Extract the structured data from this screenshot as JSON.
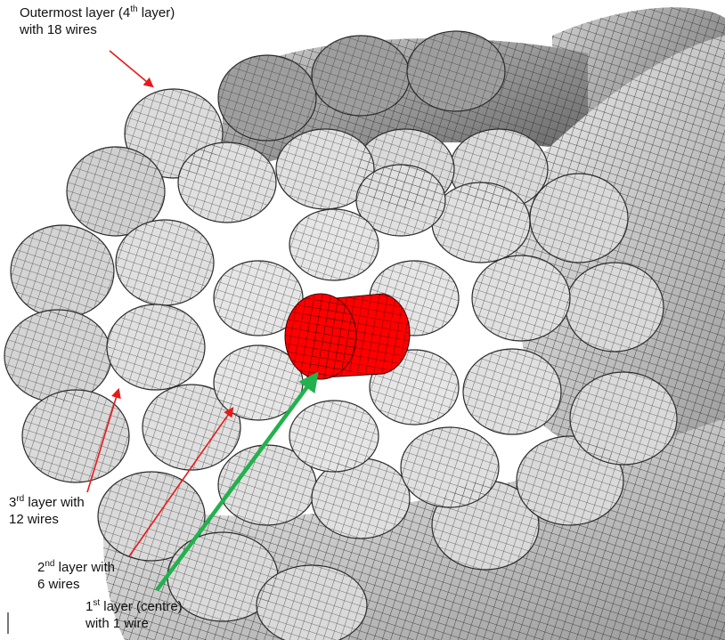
{
  "labels": {
    "outermost": {
      "line1_a": "Outermost layer (4",
      "line1_sup": "th",
      "line1_b": " layer)",
      "line2": "with 18 wires"
    },
    "third": {
      "line1_a": "3",
      "line1_sup": "rd",
      "line1_b": " layer with",
      "line2": "12 wires"
    },
    "second": {
      "line1_a": "2",
      "line1_sup": "nd",
      "line1_b": " layer with",
      "line2": "6 wires"
    },
    "first": {
      "line1_a": "1",
      "line1_sup": "st",
      "line1_b": " layer (centre)",
      "line2": "with 1 wire"
    }
  },
  "colors": {
    "core_wire": "#ff0000",
    "layer_wire": "#e2e2e2",
    "outer_wire_back": "#b9b9b9",
    "mesh_lines": "#2a2a2a",
    "arrow_layers": "#e8191a",
    "arrow_core": "#22b14c"
  }
}
